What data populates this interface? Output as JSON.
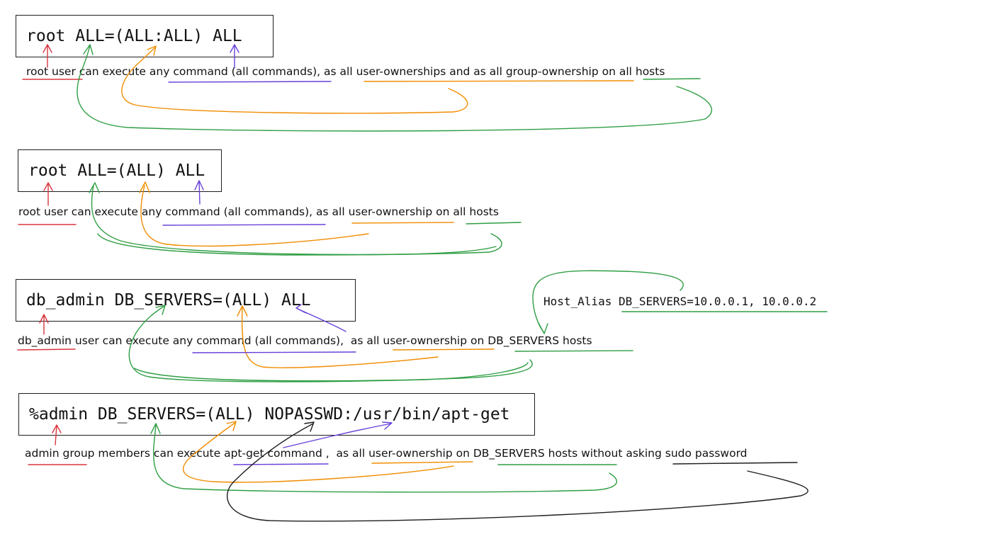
{
  "colors": {
    "red": "#d9363e",
    "green": "#2f9e44",
    "orange": "#f08c00",
    "purple": "#6741d9",
    "black": "#1e1e1e"
  },
  "rule1": {
    "code": "root ALL=(ALL:ALL) ALL",
    "explanation": "root user can execute any command (all commands), as all user-ownerships and as all group-ownership on all hosts"
  },
  "rule2": {
    "code": "root ALL=(ALL) ALL",
    "explanation": "root user can execute any command (all commands), as all user-ownership on all hosts"
  },
  "rule3": {
    "code": "db_admin DB_SERVERS=(ALL) ALL",
    "explanation": "db_admin user can execute any command (all commands),  as all user-ownership on DB_SERVERS hosts",
    "host_alias": "Host_Alias DB_SERVERS=10.0.0.1, 10.0.0.2"
  },
  "rule4": {
    "code": "%admin DB_SERVERS=(ALL) NOPASSWD:/usr/bin/apt-get",
    "explanation": "admin group members can execute apt-get command ,  as all user-ownership on DB_SERVERS hosts without asking sudo password"
  }
}
